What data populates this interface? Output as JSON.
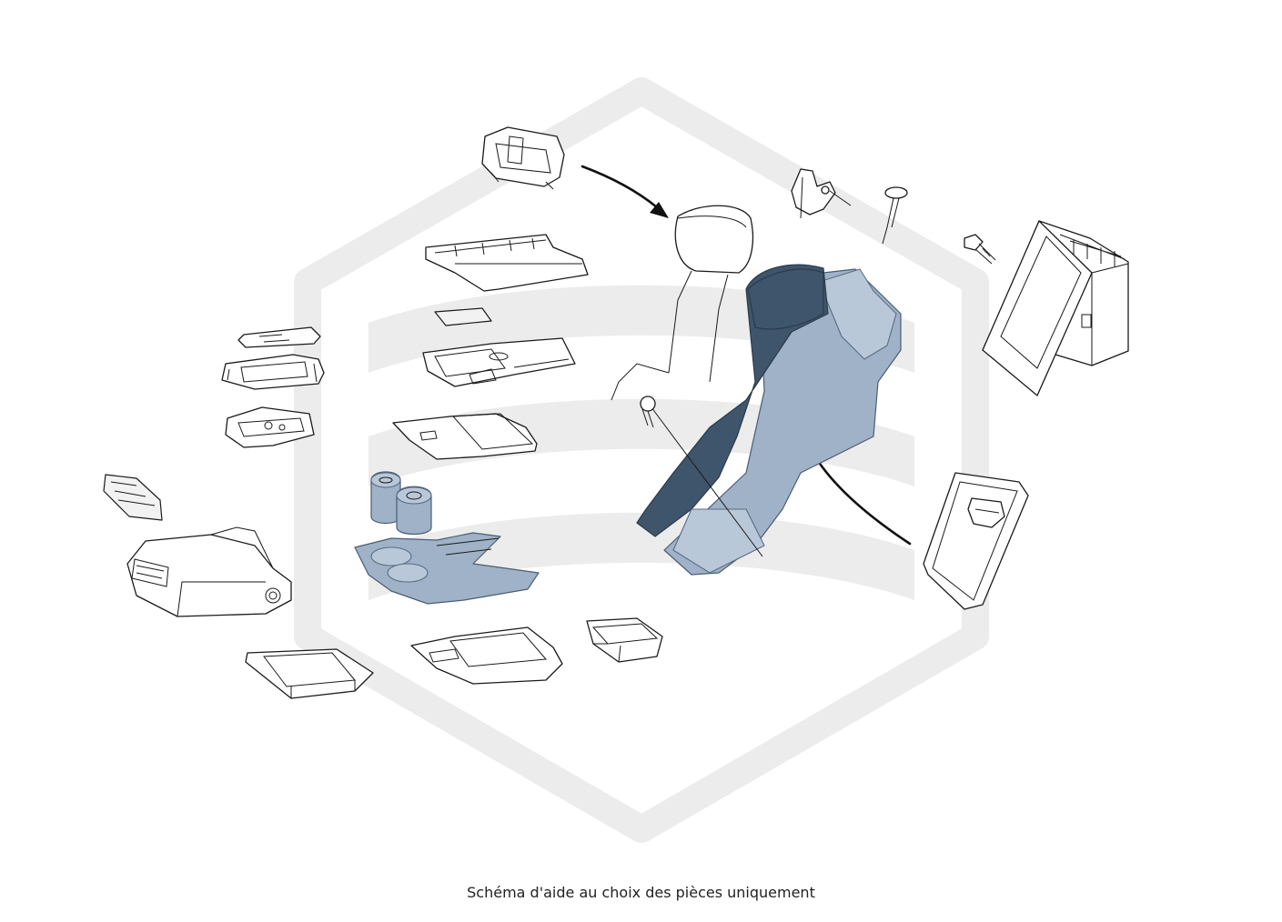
{
  "caption": "Schéma d'aide au choix des pièces uniquement",
  "colors": {
    "watermark": "#ececec",
    "highlight_part": "#9fb2c8",
    "highlight_dark": "#3f556c",
    "line": "#1a1a1a"
  },
  "parts": [
    {
      "name": "trim-frame-part"
    },
    {
      "name": "headrest-part"
    },
    {
      "name": "hinge-bracket-part"
    },
    {
      "name": "clip-fastener-part"
    },
    {
      "name": "bolt-part"
    },
    {
      "name": "storage-module-part"
    },
    {
      "name": "upper-trim-panel-part"
    },
    {
      "name": "small-plate-part"
    },
    {
      "name": "control-panel-part"
    },
    {
      "name": "lid-tray-part"
    },
    {
      "name": "switch-cover-part"
    },
    {
      "name": "switch-bracket-part"
    },
    {
      "name": "control-module-part"
    },
    {
      "name": "connector-part"
    },
    {
      "name": "armrest-box-part"
    },
    {
      "name": "cup-holder-inserts-part"
    },
    {
      "name": "cup-holder-tray-part"
    },
    {
      "name": "centre-armrest-assembly-part"
    },
    {
      "name": "rear-cover-panel-part"
    },
    {
      "name": "lower-tray-left-part"
    },
    {
      "name": "lower-tray-centre-part"
    },
    {
      "name": "small-bin-part"
    }
  ]
}
